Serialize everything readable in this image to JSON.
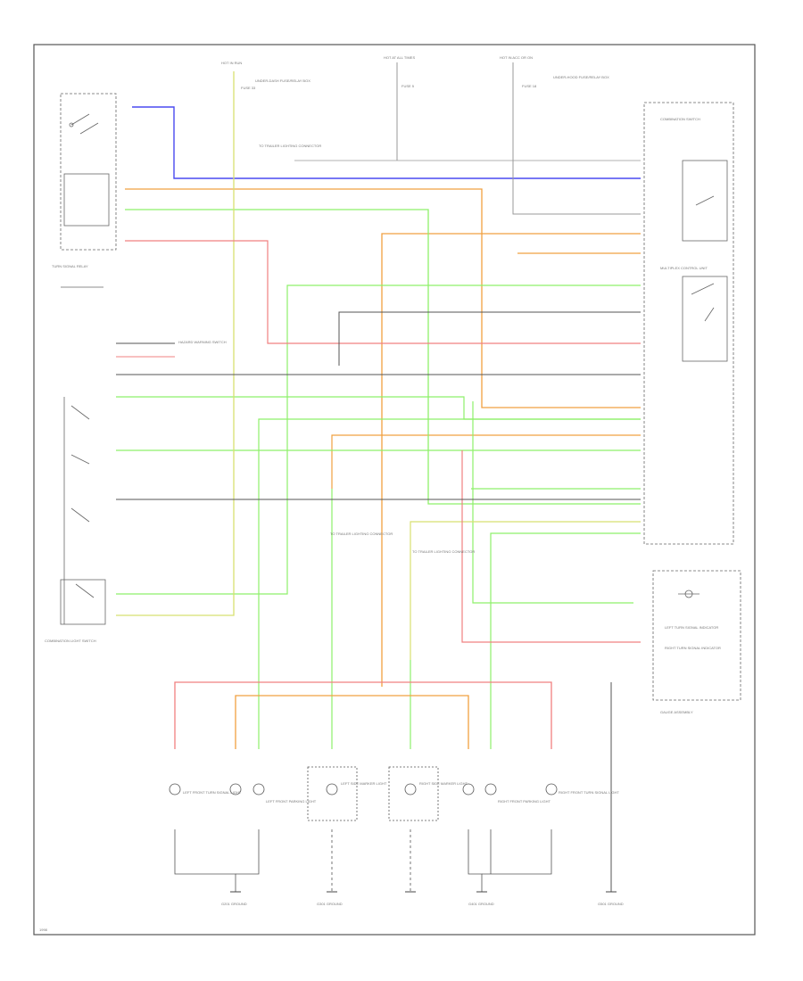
{
  "colors": {
    "blue": "#4a4af0",
    "orange": "#f0a040",
    "light_green": "#8ef06a",
    "yellow_green": "#d8e070",
    "pink": "#f08080",
    "gray": "#999999",
    "dark": "#333333"
  },
  "labels": {
    "relay_top_left": "HOT IN RUN",
    "hot_at_all_times_1": "HOT AT ALL TIMES",
    "hot_at_all_times_2": "HOT IN ACC OR ON",
    "fuse_box_note_1": "UNDER-DASH FUSE/RELAY BOX",
    "fuse_box_note_2": "UNDER-HOOD FUSE/RELAY BOX",
    "fuse_1": "FUSE 33",
    "fuse_2": "FUSE 5",
    "fuse_3": "FUSE 18",
    "turn_signal_relay": "TURN SIGNAL RELAY",
    "combination_switch": "COMBINATION SWITCH",
    "hazard_warning_switch": "HAZARD WARNING SWITCH",
    "combination_light_switch": "COMBINATION LIGHT SWITCH",
    "multiplex_unit": "MULTIPLEX CONTROL UNIT",
    "to_trailer_1": "TO TRAILER LIGHTING CONNECTOR",
    "to_trailer_2": "TO TRAILER LIGHTING CONNECTOR",
    "to_trailer_3": "TO TRAILER LIGHTING CONNECTOR",
    "gauge_assembly": "GAUGE ASSEMBLY",
    "left_turn_indicator": "LEFT TURN SIGNAL INDICATOR",
    "right_turn_indicator": "RIGHT TURN SIGNAL INDICATOR",
    "left_front_turn": "LEFT FRONT TURN SIGNAL LIGHT",
    "left_front_parking": "LEFT FRONT PARKING LIGHT",
    "left_side_marker": "LEFT SIDE MARKER LIGHT",
    "right_side_marker": "RIGHT SIDE MARKER LIGHT",
    "right_front_parking": "RIGHT FRONT PARKING LIGHT",
    "right_front_turn": "RIGHT FRONT TURN SIGNAL LIGHT",
    "ground_left": "G201 GROUND",
    "ground_mid": "G301 GROUND",
    "ground_right": "G401 GROUND",
    "ground_far": "G501 GROUND",
    "footer_id": "1998"
  }
}
